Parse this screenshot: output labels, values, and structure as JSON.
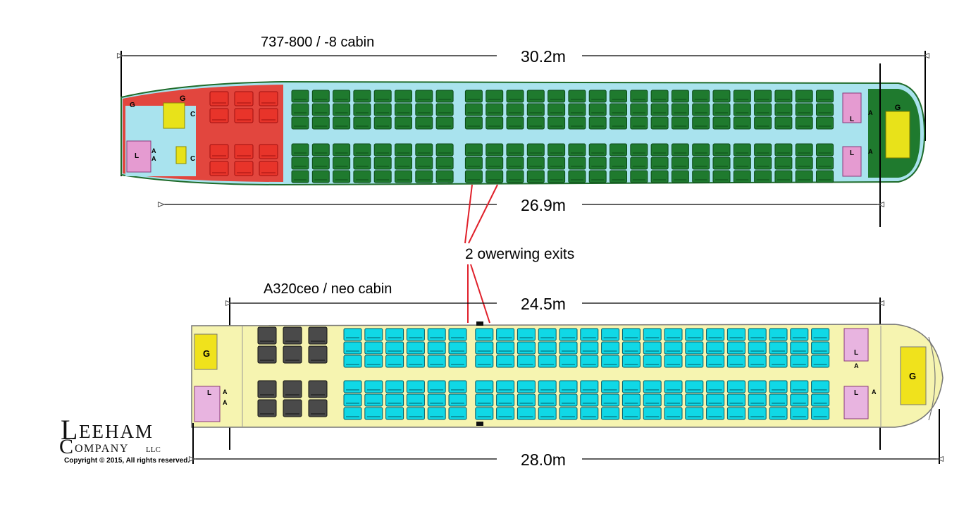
{
  "diagram": {
    "b737": {
      "title": "737-800 / -8 cabin",
      "overall_length": "30.2m",
      "cabin_length": "26.9m",
      "business_rows": 3,
      "economy_rows": 26,
      "exit_row_after": 8,
      "galley_label": "G",
      "closet_label": "C",
      "lavatory_label": "L",
      "attendant_label": "A"
    },
    "a320": {
      "title": "A320ceo / neo cabin",
      "cabin_length": "24.5m",
      "overall_length": "28.0m",
      "business_rows": 3,
      "economy_rows": 23,
      "exit_row_after": 6,
      "galley_label": "G",
      "lavatory_label": "L",
      "attendant_label": "A"
    },
    "annotation": "2 owerwing exits",
    "logo": {
      "line1": "EEHAM",
      "line2": "OMPANY",
      "initial1": "L",
      "initial2": "C",
      "suffix": "LLC",
      "copyright": "Copyright © 2015, All rights reserved."
    },
    "colors": {
      "b737_business": "#e8342a",
      "b737_economy": "#1f7a2e",
      "b737_cabin_floor": "#a9e3ee",
      "b737_galley": "#e8e21a",
      "b737_lav": "#e59bd1",
      "a320_business": "#4a4a4a",
      "a320_economy": "#10d8e6",
      "a320_cabin_floor": "#f6f4b0",
      "a320_galley": "#f0e21c",
      "a320_lav": "#e8b4e0",
      "exit_lines": "#e0202a"
    }
  }
}
